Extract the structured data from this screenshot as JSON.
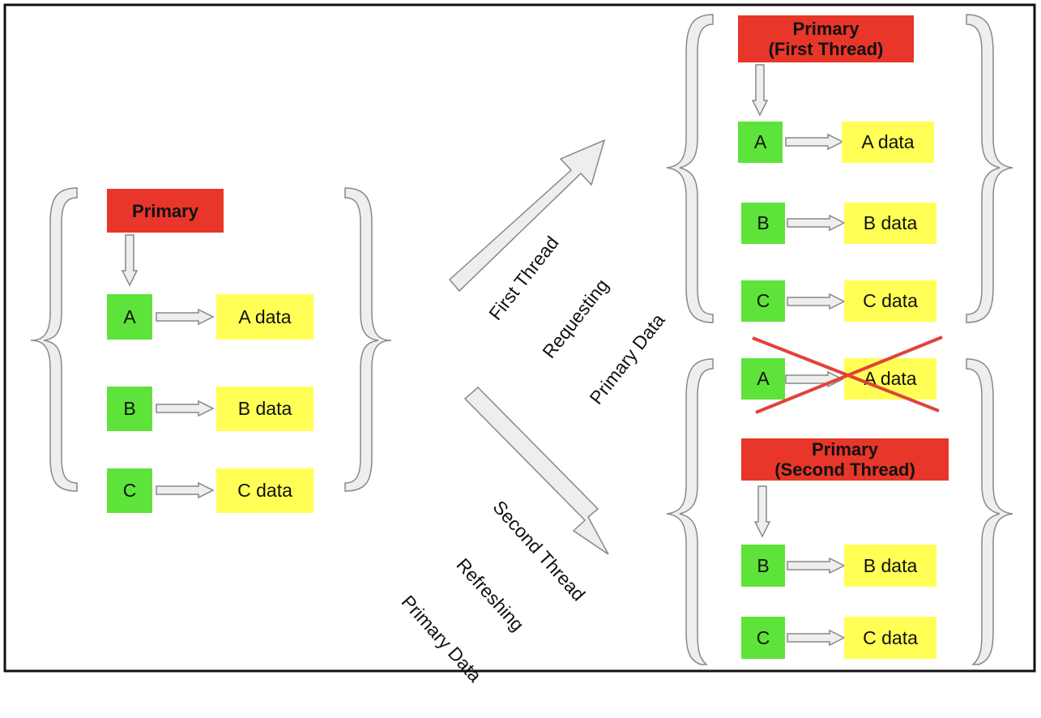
{
  "left_group": {
    "primary": "Primary",
    "rows": [
      {
        "node": "A",
        "data": "A data"
      },
      {
        "node": "B",
        "data": "B data"
      },
      {
        "node": "C",
        "data": "C data"
      }
    ]
  },
  "first_thread": {
    "label_lines": [
      "First Thread",
      "Requesting",
      "Primary Data"
    ],
    "primary_lines": [
      "Primary",
      "(First Thread)"
    ],
    "rows": [
      {
        "node": "A",
        "data": "A data"
      },
      {
        "node": "B",
        "data": "B data"
      },
      {
        "node": "C",
        "data": "C data"
      }
    ]
  },
  "second_thread": {
    "label_lines": [
      "Second Thread",
      "Refreshing",
      "Primary Data"
    ],
    "removed_row": {
      "node": "A",
      "data": "A data"
    },
    "primary_lines": [
      "Primary",
      "(Second Thread)"
    ],
    "rows": [
      {
        "node": "B",
        "data": "B data"
      },
      {
        "node": "C",
        "data": "C data"
      }
    ]
  },
  "colors": {
    "primary": "#e8362a",
    "node": "#5ee33a",
    "data": "#ffff55",
    "cross": "#e0433a",
    "arrow_fill": "#eeeeee",
    "arrow_stroke": "#888888"
  }
}
